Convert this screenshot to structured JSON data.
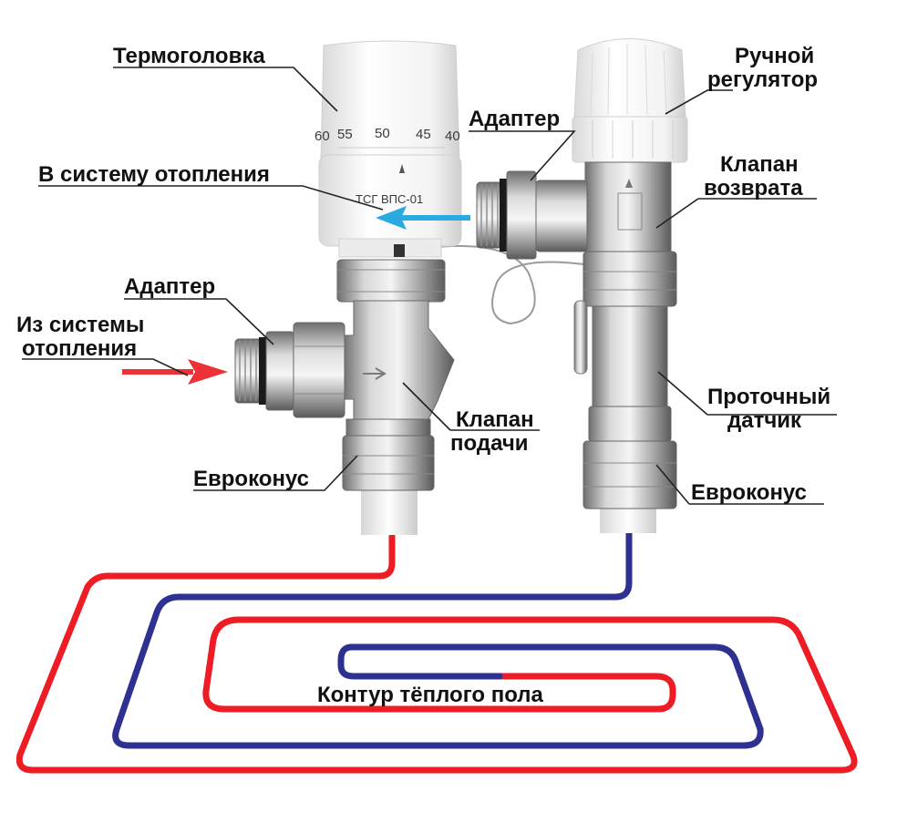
{
  "labels": {
    "thermohead": "Термоголовка",
    "manual_regulator_line1": "Ручной",
    "manual_regulator_line2": "регулятор",
    "adapter_top": "Адаптер",
    "to_heating_system": "В систему отопления",
    "return_valve_line1": "Клапан",
    "return_valve_line2": "возврата",
    "adapter_left": "Адаптер",
    "from_heating_line1": "Из системы",
    "from_heating_line2": "отопления",
    "supply_valve_line1": "Клапан",
    "supply_valve_line2": "подачи",
    "flow_sensor_line1": "Проточный",
    "flow_sensor_line2": "датчик",
    "euroconus_left": "Евроконус",
    "euroconus_right": "Евроконус",
    "floor_circuit": "Контур тёплого пола"
  },
  "thermohead_dial": {
    "scale": [
      "60",
      "55",
      "50",
      "45",
      "40"
    ],
    "marking": "ТСГ ВПС-01"
  },
  "colors": {
    "supply": "#ee1c24",
    "return": "#2e3192",
    "flow_out": "#29abe2",
    "flow_in": "#ed3237"
  }
}
